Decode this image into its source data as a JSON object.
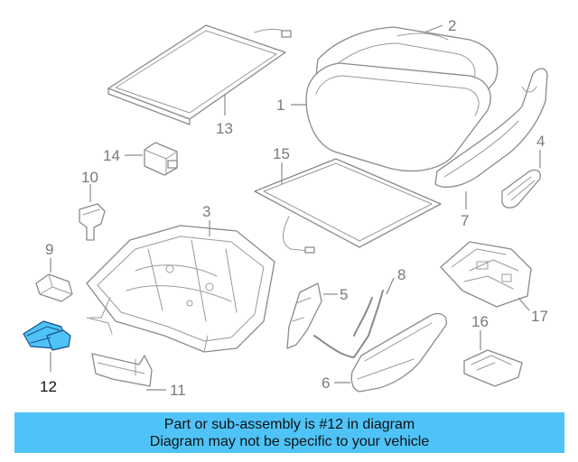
{
  "callouts": {
    "c1": "1",
    "c2": "2",
    "c3": "3",
    "c4": "4",
    "c5": "5",
    "c6": "6",
    "c7": "7",
    "c8": "8",
    "c9": "9",
    "c10": "10",
    "c11": "11",
    "c12": "12",
    "c13": "13",
    "c14": "14",
    "c15": "15",
    "c16": "16",
    "c17": "17"
  },
  "highlighted_part": "12",
  "colors": {
    "highlight": "#4fc3f7",
    "outline": "#8a8a8a",
    "banner": "#4fc3f7"
  },
  "banner": {
    "line1": "Part or sub-assembly is #12 in diagram",
    "line2": "Diagram may not be specific to your vehicle"
  }
}
